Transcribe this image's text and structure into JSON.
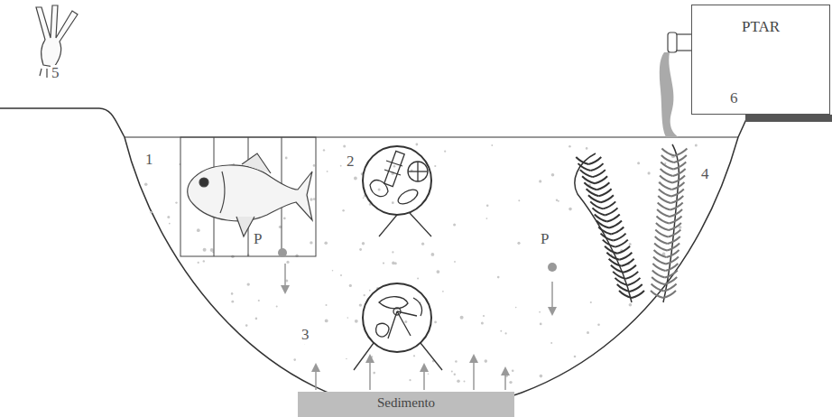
{
  "diagram": {
    "nodes": [
      {
        "text": [
          "PTAR"
        ]
      },
      {
        "text": [
          "Sedimento"
        ]
      }
    ],
    "labels": [
      "1",
      "2",
      "3",
      "4",
      "5",
      "6",
      "P",
      "P"
    ]
  }
}
